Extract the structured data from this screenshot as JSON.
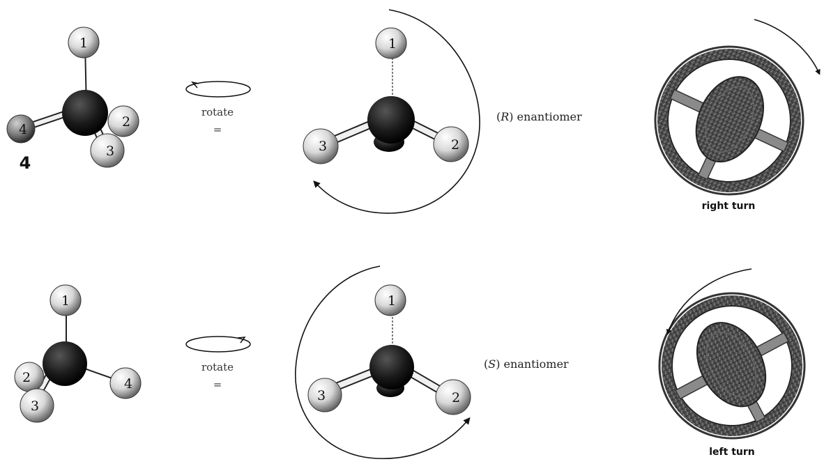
{
  "rows": [
    {
      "id": "R",
      "molecule_left_numbers": [
        "1",
        "2",
        "3",
        "4"
      ],
      "handwritten_label": "4",
      "rotate_label": "rotate",
      "equals_label": "=",
      "molecule_right_numbers": [
        "1",
        "2",
        "3"
      ],
      "enantiomer_open": "(",
      "enantiomer_letter": "R",
      "enantiomer_close": ")",
      "enantiomer_text": "enantiomer",
      "arrow_direction": "clockwise",
      "turn_label": "right turn"
    },
    {
      "id": "S",
      "molecule_left_numbers": [
        "1",
        "2",
        "3",
        "4"
      ],
      "rotate_label": "rotate",
      "equals_label": "=",
      "molecule_right_numbers": [
        "1",
        "2",
        "3"
      ],
      "enantiomer_open": "(",
      "enantiomer_letter": "S",
      "enantiomer_close": ")",
      "enantiomer_text": "enantiomer",
      "arrow_direction": "counterclockwise",
      "turn_label": "left turn"
    }
  ],
  "colors": {
    "atom_light": "#e6e6e6",
    "atom_dark": "#1a1a1a",
    "wheel": "#555555",
    "ink": "#111111"
  }
}
